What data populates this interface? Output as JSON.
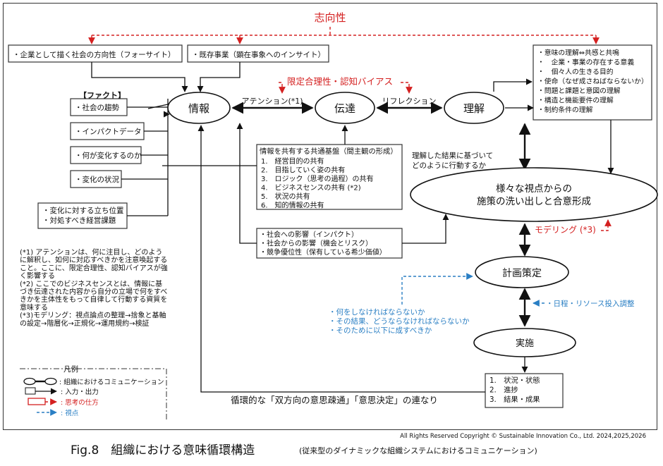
{
  "top_label": "志向性",
  "limited_rationality": "限定合理性・認知バイアス",
  "boxes": {
    "society_direction": "・企業として描く社会の方向性（フォーサイト）",
    "existing_business": "・既存事業（顕在事象へのインサイト）",
    "fact_title": "【ファクト】",
    "fact_items": [
      "・社会の趨勢",
      "・インパクトデータ",
      "・何が変化するのか",
      "・変化の状況"
    ],
    "fact_last": [
      "・変化に対する立ち位置",
      "・対処すべき経営課題"
    ],
    "meaning_lines": [
      "・意味の理解⇔共感と共鳴",
      "・　企業・事業の存在する意義",
      "・　個々人の生きる目的",
      "・使命（なぜ成さねばならないか）",
      "・問題と課題と意図の理解",
      "・構造と機能要件の理解",
      "・制約条件の理解"
    ],
    "common_title": "情報を共有する共通基盤（間主観の形成）",
    "common_items": [
      "1.　経営目的の共有",
      "2.　目指していく姿の共有",
      "3.　ロジック（思考の過程）の共有",
      "4.　ビジネスセンスの共有 (*2)",
      "5.　状況の共有",
      "6.　知的情報の共有"
    ],
    "impact_lines": [
      "・社会への影響（インパクト）",
      "・社会からの影響（機会とリスク）",
      "・競争優位性（保有している希少価値）"
    ],
    "status_lines": [
      "1.　状況・状態",
      "2.　進捗",
      "3.　結果・成果"
    ]
  },
  "nodes": {
    "info": "情報",
    "transmit": "伝達",
    "understand": "理解",
    "consensus_l1": "様々な視点からの",
    "consensus_l2": "施策の洗い出しと合意形成",
    "planning": "計画策定",
    "execution": "実施"
  },
  "edge_labels": {
    "attention": "アテンション(*1)",
    "reflection": "リフレクション",
    "act_on_understanding_l1": "理解した結果に基づいて",
    "act_on_understanding_l2": "どのように行動するか",
    "modeling": "モデリング (*3)",
    "schedule": "・日程・リソース投入調整",
    "cycle": "循環的な「双方向の意思疎通」「意思決定」の連なり"
  },
  "blue_questions": [
    "・何をしなければならないか",
    "・その結果、どうならなければならないか",
    "・そのために以下に成すべきか"
  ],
  "footnotes": [
    "(*1) アテンションは、何に注目し、どのよう",
    "に解釈し、如何に対応すべきかを注意喚起する",
    "こと。ここに、限定合理性、認知バイアスが強",
    "く影響する",
    "(*2) ここでのビジネスセンスとは、情報に基",
    "づき伝達された内容から自分の立場で何をすべ",
    "きかを主体性をもって自律して行動する資質を",
    "意味する",
    "(*3)モデリング：視点論点の整理→捨象と基軸",
    "の設定→階層化→正規化→運用規約→検証"
  ],
  "legend": {
    "title": "凡例",
    "items": [
      ": 組織におけるコミュニケーション",
      ": 入力・出力",
      ": 思考の仕方",
      ": 視点"
    ]
  },
  "copyright": "All Rights Reserved Copyright © Sustainable Innovation Co., Ltd. 2024,2025,2026",
  "caption_main": "Fig.8　組織における意味循環構造",
  "caption_sub": "(従来型のダイナミックな組織システムにおけるコミュニケーション)"
}
